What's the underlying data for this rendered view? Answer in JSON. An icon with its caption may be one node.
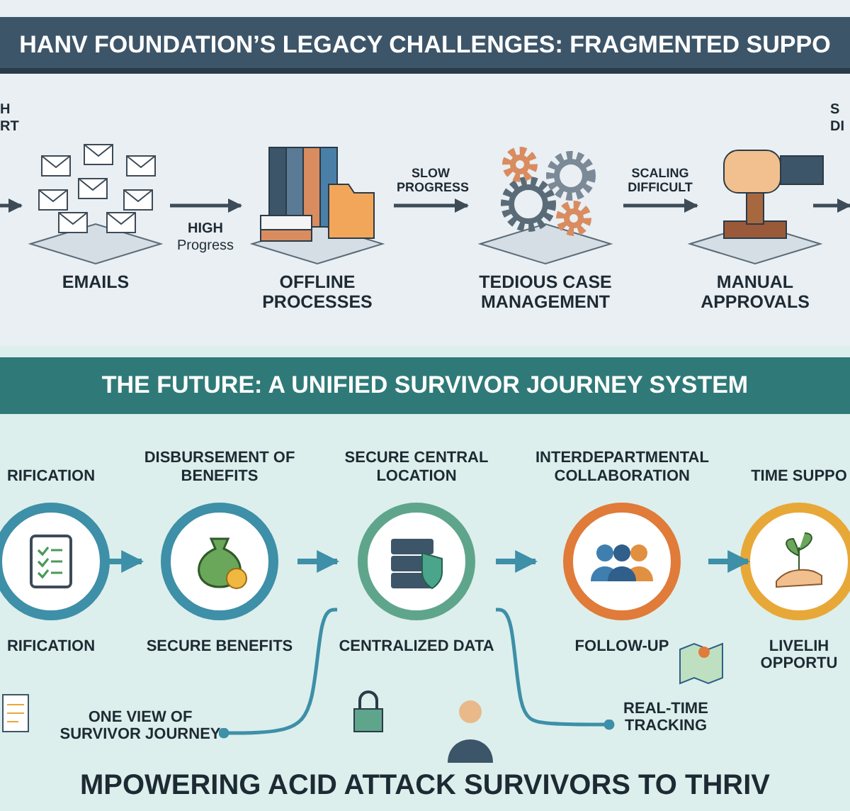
{
  "diagram": {
    "title": "HANV FOUNDATION’S LEGACY CHALLENGES: FRAGMENTED SUPPO",
    "caption": "MPOWERING ACID ATTACK SURVIVORS TO THRIV",
    "nodes": [
      {
        "text": [
          "EMAILS"
        ]
      },
      {
        "text": [
          "OFFLINE PROCESSES"
        ]
      },
      {
        "text": [
          "TEDIOUS CASE MANAGEMENT"
        ]
      },
      {
        "text": [
          "MANUAL APPROVALS"
        ]
      },
      {
        "text": [
          "RIFICATION",
          "RIFICATION"
        ]
      },
      {
        "text": [
          "DISBURSEMENT OF BENEFITS",
          "SECURE BENEFITS"
        ]
      },
      {
        "text": [
          "SECURE CENTRAL LOCATION",
          "CENTRALIZED DATA"
        ]
      },
      {
        "text": [
          "INTERDEPARTMENTAL COLLABORATION",
          "FOLLOW-UP"
        ]
      },
      {
        "text": [
          "TIME SUPPO",
          "LIVELIH OPPORTU"
        ]
      },
      {
        "text": [
          "ONE VIEW OF SURVIVOR JOURNEY"
        ]
      },
      {
        "text": [
          "REAL-TIME TRACKING"
        ]
      }
    ],
    "edges": [
      {
        "from": null,
        "to": 0,
        "arrow": "to"
      },
      {
        "from": 0,
        "to": 1,
        "arrow": "to",
        "label": "**HIGH** Progress"
      },
      {
        "from": 1,
        "to": 2,
        "arrow": "to",
        "label": "SLOW PROGRESS"
      },
      {
        "from": 2,
        "to": 3,
        "arrow": "to",
        "label": "SCALING DIFFICULT"
      },
      {
        "from": 3,
        "to": null,
        "arrow": "to"
      },
      {
        "from": 4,
        "to": 5,
        "arrow": "to"
      },
      {
        "from": 5,
        "to": 6,
        "arrow": "to"
      },
      {
        "from": 6,
        "to": 7,
        "arrow": "to"
      },
      {
        "from": 7,
        "to": 8,
        "arrow": "to"
      },
      {
        "from": 6,
        "to": 9,
        "arrow": "other"
      },
      {
        "from": 6,
        "to": 10,
        "arrow": "other"
      }
    ],
    "labels": [
      "H RT",
      "S DI",
      "THE FUTURE: A UNIFIED SURVIVOR JOURNEY SYSTEM"
    ]
  }
}
